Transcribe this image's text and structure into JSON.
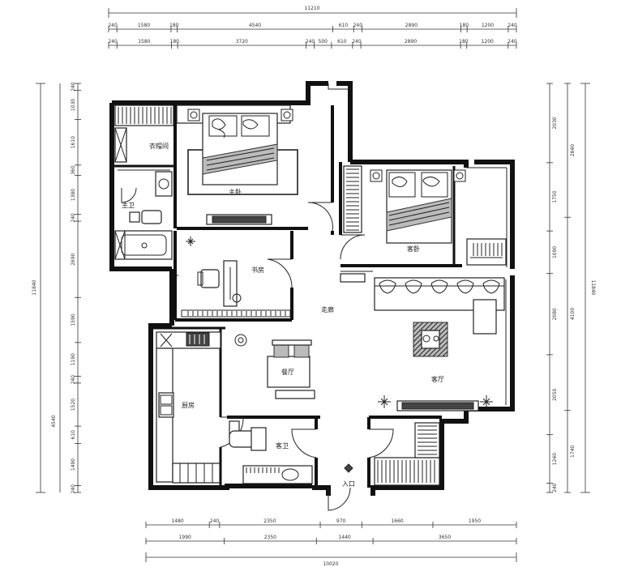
{
  "dimensions": {
    "top_total": "11210",
    "top_row1": [
      "240",
      "1580",
      "180",
      "4540",
      "610",
      "240",
      "2890",
      "180",
      "1200",
      "240"
    ],
    "top_row2": [
      "240",
      "1580",
      "180",
      "3720",
      "240",
      "500",
      "610",
      "240",
      "2890",
      "180",
      "1200",
      "240"
    ],
    "bottom_row1": [
      "1480",
      "240",
      "2350",
      "970",
      "1660",
      "1950"
    ],
    "bottom_row2": [
      "1990",
      "2350",
      "1440",
      "3650"
    ],
    "bottom_total": "10020",
    "left_total": "11840",
    "left_col1": [
      "240",
      "1030",
      "1610",
      "360",
      "1380",
      "240",
      "2690",
      "1590",
      "1190",
      "240",
      "1520",
      "610",
      "1490",
      "240"
    ],
    "left_col2": [
      "4540"
    ],
    "right_total": "11840",
    "right_col1": [
      "2030",
      "1750",
      "1090",
      "2080",
      "2050",
      "1240",
      "240"
    ],
    "right_col2": [
      "2840",
      "4100",
      "1740"
    ]
  },
  "rooms": {
    "master_bedroom": "主卧",
    "cloakroom": "衣帽间",
    "master_bath": "主卫",
    "study": "书房",
    "second_bedroom": "客卧",
    "hallway": "走廊",
    "dining": "餐厅",
    "living": "客厅",
    "kitchen": "厨房",
    "guest_bath": "客卫",
    "entrance": "入口"
  }
}
